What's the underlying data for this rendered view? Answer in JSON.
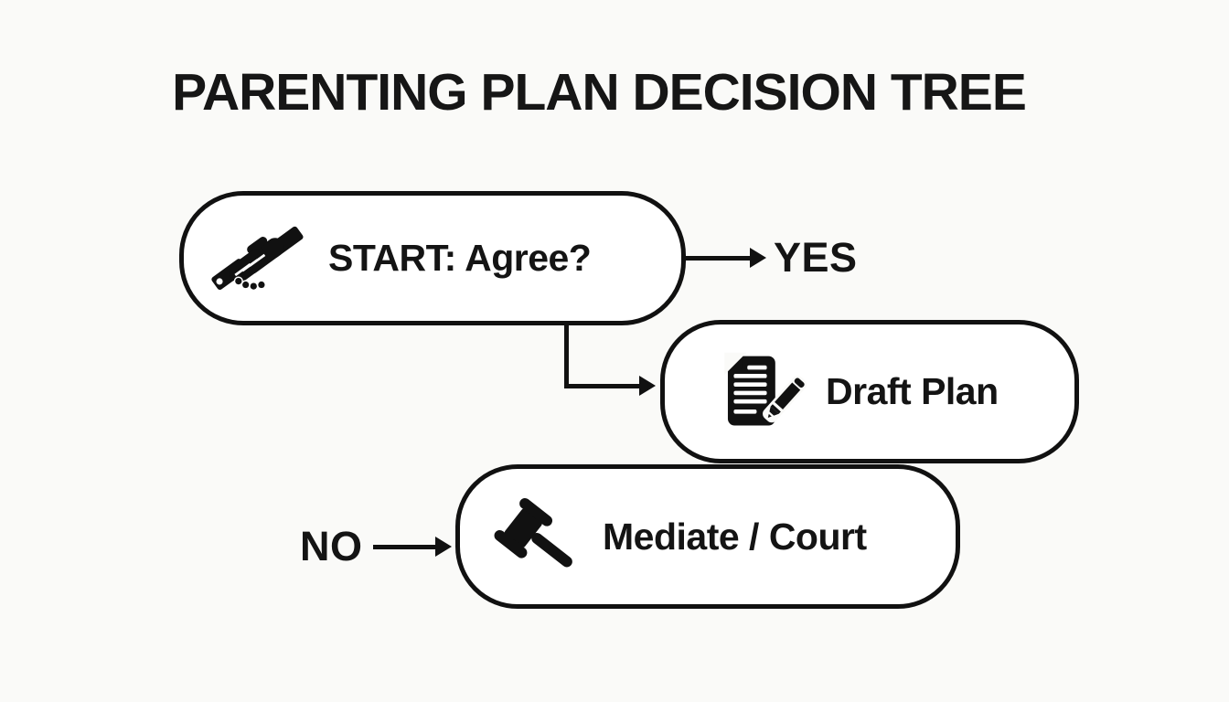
{
  "title": "PARENTING PLAN DECISION TREE",
  "diagram": {
    "nodes": [
      {
        "id": "start",
        "label": "START: Agree?",
        "icon": "handshake-icon"
      },
      {
        "id": "draft-plan",
        "label": "Draft Plan",
        "icon": "document-pencil-icon"
      },
      {
        "id": "mediate-court",
        "label": "Mediate / Court",
        "icon": "gavel-icon"
      }
    ],
    "edges": [
      {
        "from": "start",
        "label": "YES"
      },
      {
        "from": "start",
        "to": "draft-plan",
        "label": ""
      },
      {
        "to": "mediate-court",
        "label": "NO"
      }
    ]
  },
  "colors": {
    "background": "#fafaf8",
    "node_fill": "#ffffff",
    "stroke": "#111111",
    "text": "#141414"
  }
}
